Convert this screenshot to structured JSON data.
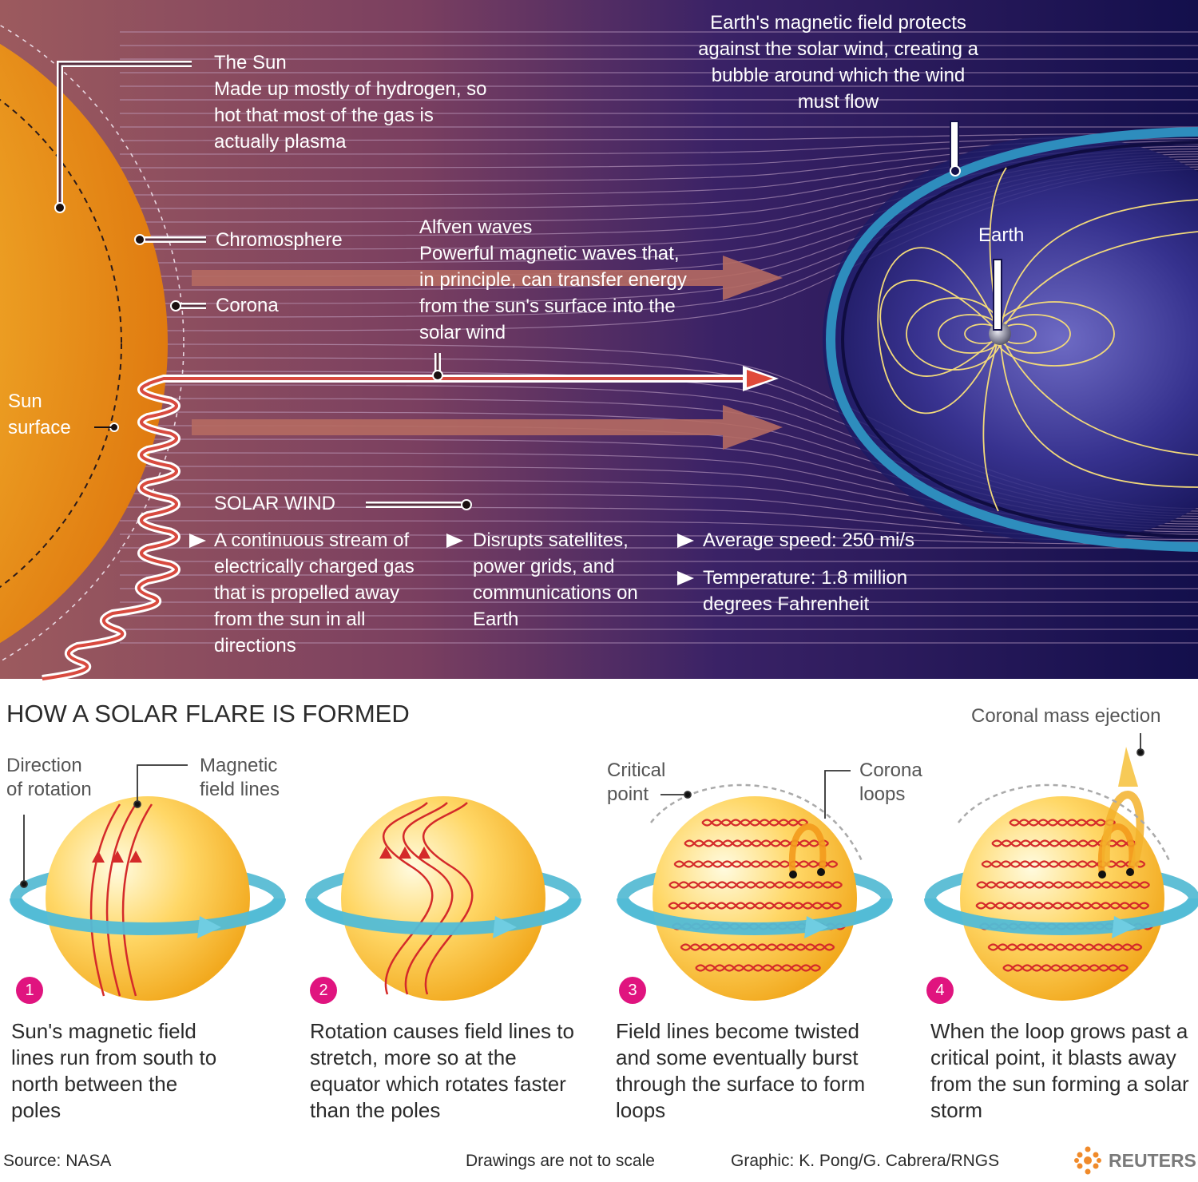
{
  "top": {
    "sun": {
      "title": "The Sun",
      "desc": "Made up mostly of hydrogen, so hot that most of the gas is actually plasma"
    },
    "chromosphere": "Chromosphere",
    "corona": "Corona",
    "sun_surface_1": "Sun",
    "sun_surface_2": "surface",
    "alfven": {
      "title": "Alfven waves",
      "desc": "Powerful magnetic waves that, in principle, can transfer energy from the sun's surface into the solar wind"
    },
    "earth_field_note": "Earth's magnetic field protects against the solar wind, creating a bubble around which the wind must flow",
    "earth_label": "Earth",
    "solar_wind": {
      "title": "SOLAR WIND",
      "bullets": [
        "A continuous stream of electrically charged gas that is propelled away from the sun in all directions",
        "Disrupts satellites, power grids, and communications on Earth",
        "Average speed: 250 mi/s",
        "Temperature: 1.8 million degrees Fahrenheit"
      ]
    }
  },
  "bottom": {
    "heading": "HOW A SOLAR FLARE IS FORMED",
    "labels": {
      "direction_1": "Direction",
      "direction_2": "of rotation",
      "magnetic_1": "Magnetic",
      "magnetic_2": "field lines",
      "critical_1": "Critical",
      "critical_2": "point",
      "corona_1": "Corona",
      "corona_2": "loops",
      "cme": "Coronal mass ejection"
    },
    "steps": [
      {
        "num": "1",
        "text": "Sun's magnetic field lines run from south to north between the poles"
      },
      {
        "num": "2",
        "text": "Rotation causes field lines to stretch, more so at the equator which rotates faster than the poles"
      },
      {
        "num": "3",
        "text": "Field lines become twisted and some eventually burst through the surface to form loops"
      },
      {
        "num": "4",
        "text": "When the loop grows past a critical point, it blasts away from the sun forming a solar storm"
      }
    ]
  },
  "footer": {
    "source": "Source: NASA",
    "scale": "Drawings are not to scale",
    "credit": "Graphic: K. Pong/G. Cabrera/RNGS",
    "brand": "REUTERS"
  },
  "colors": {
    "sky_left": "#8a4f5c",
    "sky_right": "#14104a",
    "sun": "#f4a81c",
    "wind_arrow": "#b5645c",
    "step_badge": "#e0147f",
    "ring": "#4fb8d2",
    "field_line": "#d42a2a"
  }
}
